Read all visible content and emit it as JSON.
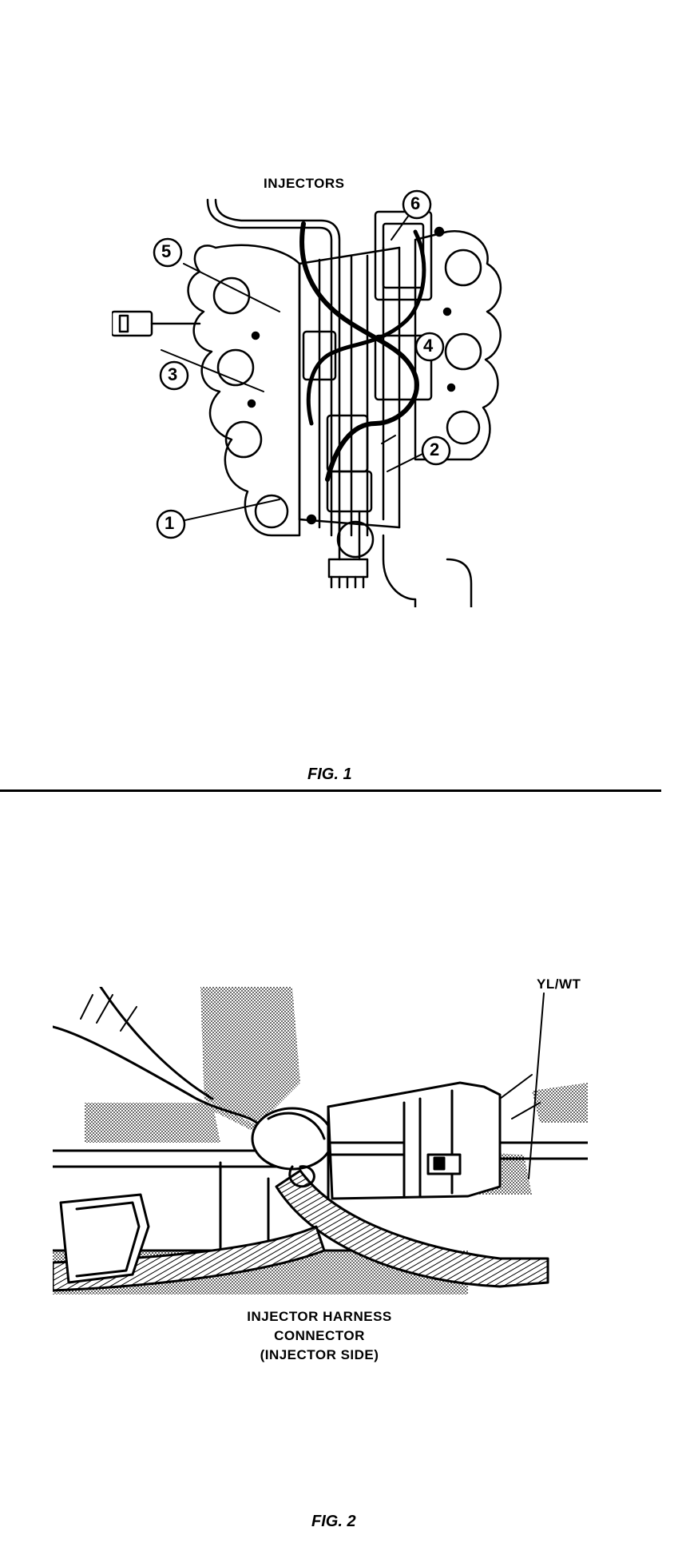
{
  "figure1": {
    "title": "INJECTORS",
    "callouts": [
      "1",
      "2",
      "3",
      "4",
      "5",
      "6"
    ],
    "caption": "FIG. 1"
  },
  "figure2": {
    "wire_label": "YL/WT",
    "component_label_line1": "INJECTOR HARNESS",
    "component_label_line2": "CONNECTOR",
    "component_label_line3": "(INJECTOR SIDE)",
    "caption": "FIG. 2"
  },
  "colors": {
    "ink": "#000000",
    "paper": "#ffffff",
    "stipple": "#9a9a9a"
  }
}
